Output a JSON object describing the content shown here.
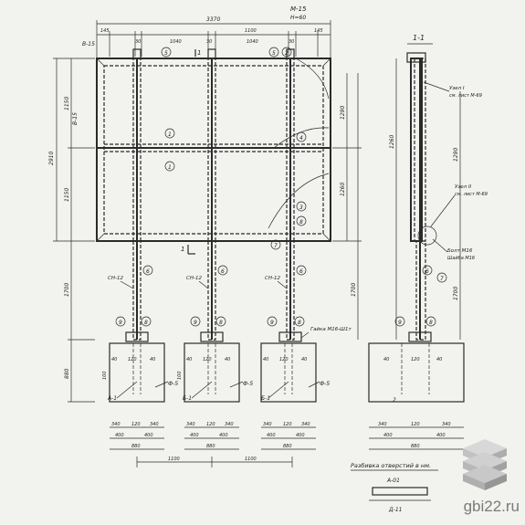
{
  "sheet": {
    "sheet_no_top": "М-15",
    "sheet_no_bottom": "Н=60"
  },
  "dims": {
    "overall_width": "3370",
    "top_chain": [
      "145",
      "30",
      "1040",
      "30",
      "1100",
      "1040",
      "30",
      "145"
    ],
    "left_total": "2910",
    "left_upper": "1150",
    "left_lower": "1150",
    "left_post": "1700",
    "left_base": "880",
    "right_a": "1290",
    "right_b": "1260",
    "right_c": "1700",
    "base_widths": [
      "340",
      "120",
      "340"
    ],
    "base_total": [
      "400",
      "400"
    ],
    "base_overall": "880",
    "bottom_span": "1100",
    "foot_inner": [
      "40",
      "120",
      "40"
    ],
    "foot_heights": [
      "100",
      "100"
    ],
    "plate": "880"
  },
  "labels": {
    "b15": "В-15",
    "section": "1-1",
    "node1": "Узел I",
    "node1_ref": "см. лист М-69",
    "node2": "Узел II",
    "node2_ref": "см. лист М-69",
    "bolt": "Болт М16",
    "bolt_washer": "Шайба М16",
    "nut_note": "Гайка М16-Ш1т",
    "post_left": "СН-12",
    "post_mid": "СН-12",
    "post_right": "СН-12",
    "base_left": "А-1",
    "base_mid": "Б-1",
    "base_right": "Б-1",
    "base_tag": "Ф-5",
    "holes_title": "Разбивка отверстий в нм.",
    "detail": "А-01",
    "cut": "Д-11"
  },
  "markers": [
    "1",
    "2",
    "3",
    "4",
    "5",
    "6",
    "7",
    "8",
    "9"
  ],
  "watermark": {
    "text": "gbi22.ru",
    "cube_colors": [
      "#c9c9c9",
      "#b0b0b0",
      "#9a9a9a"
    ]
  }
}
